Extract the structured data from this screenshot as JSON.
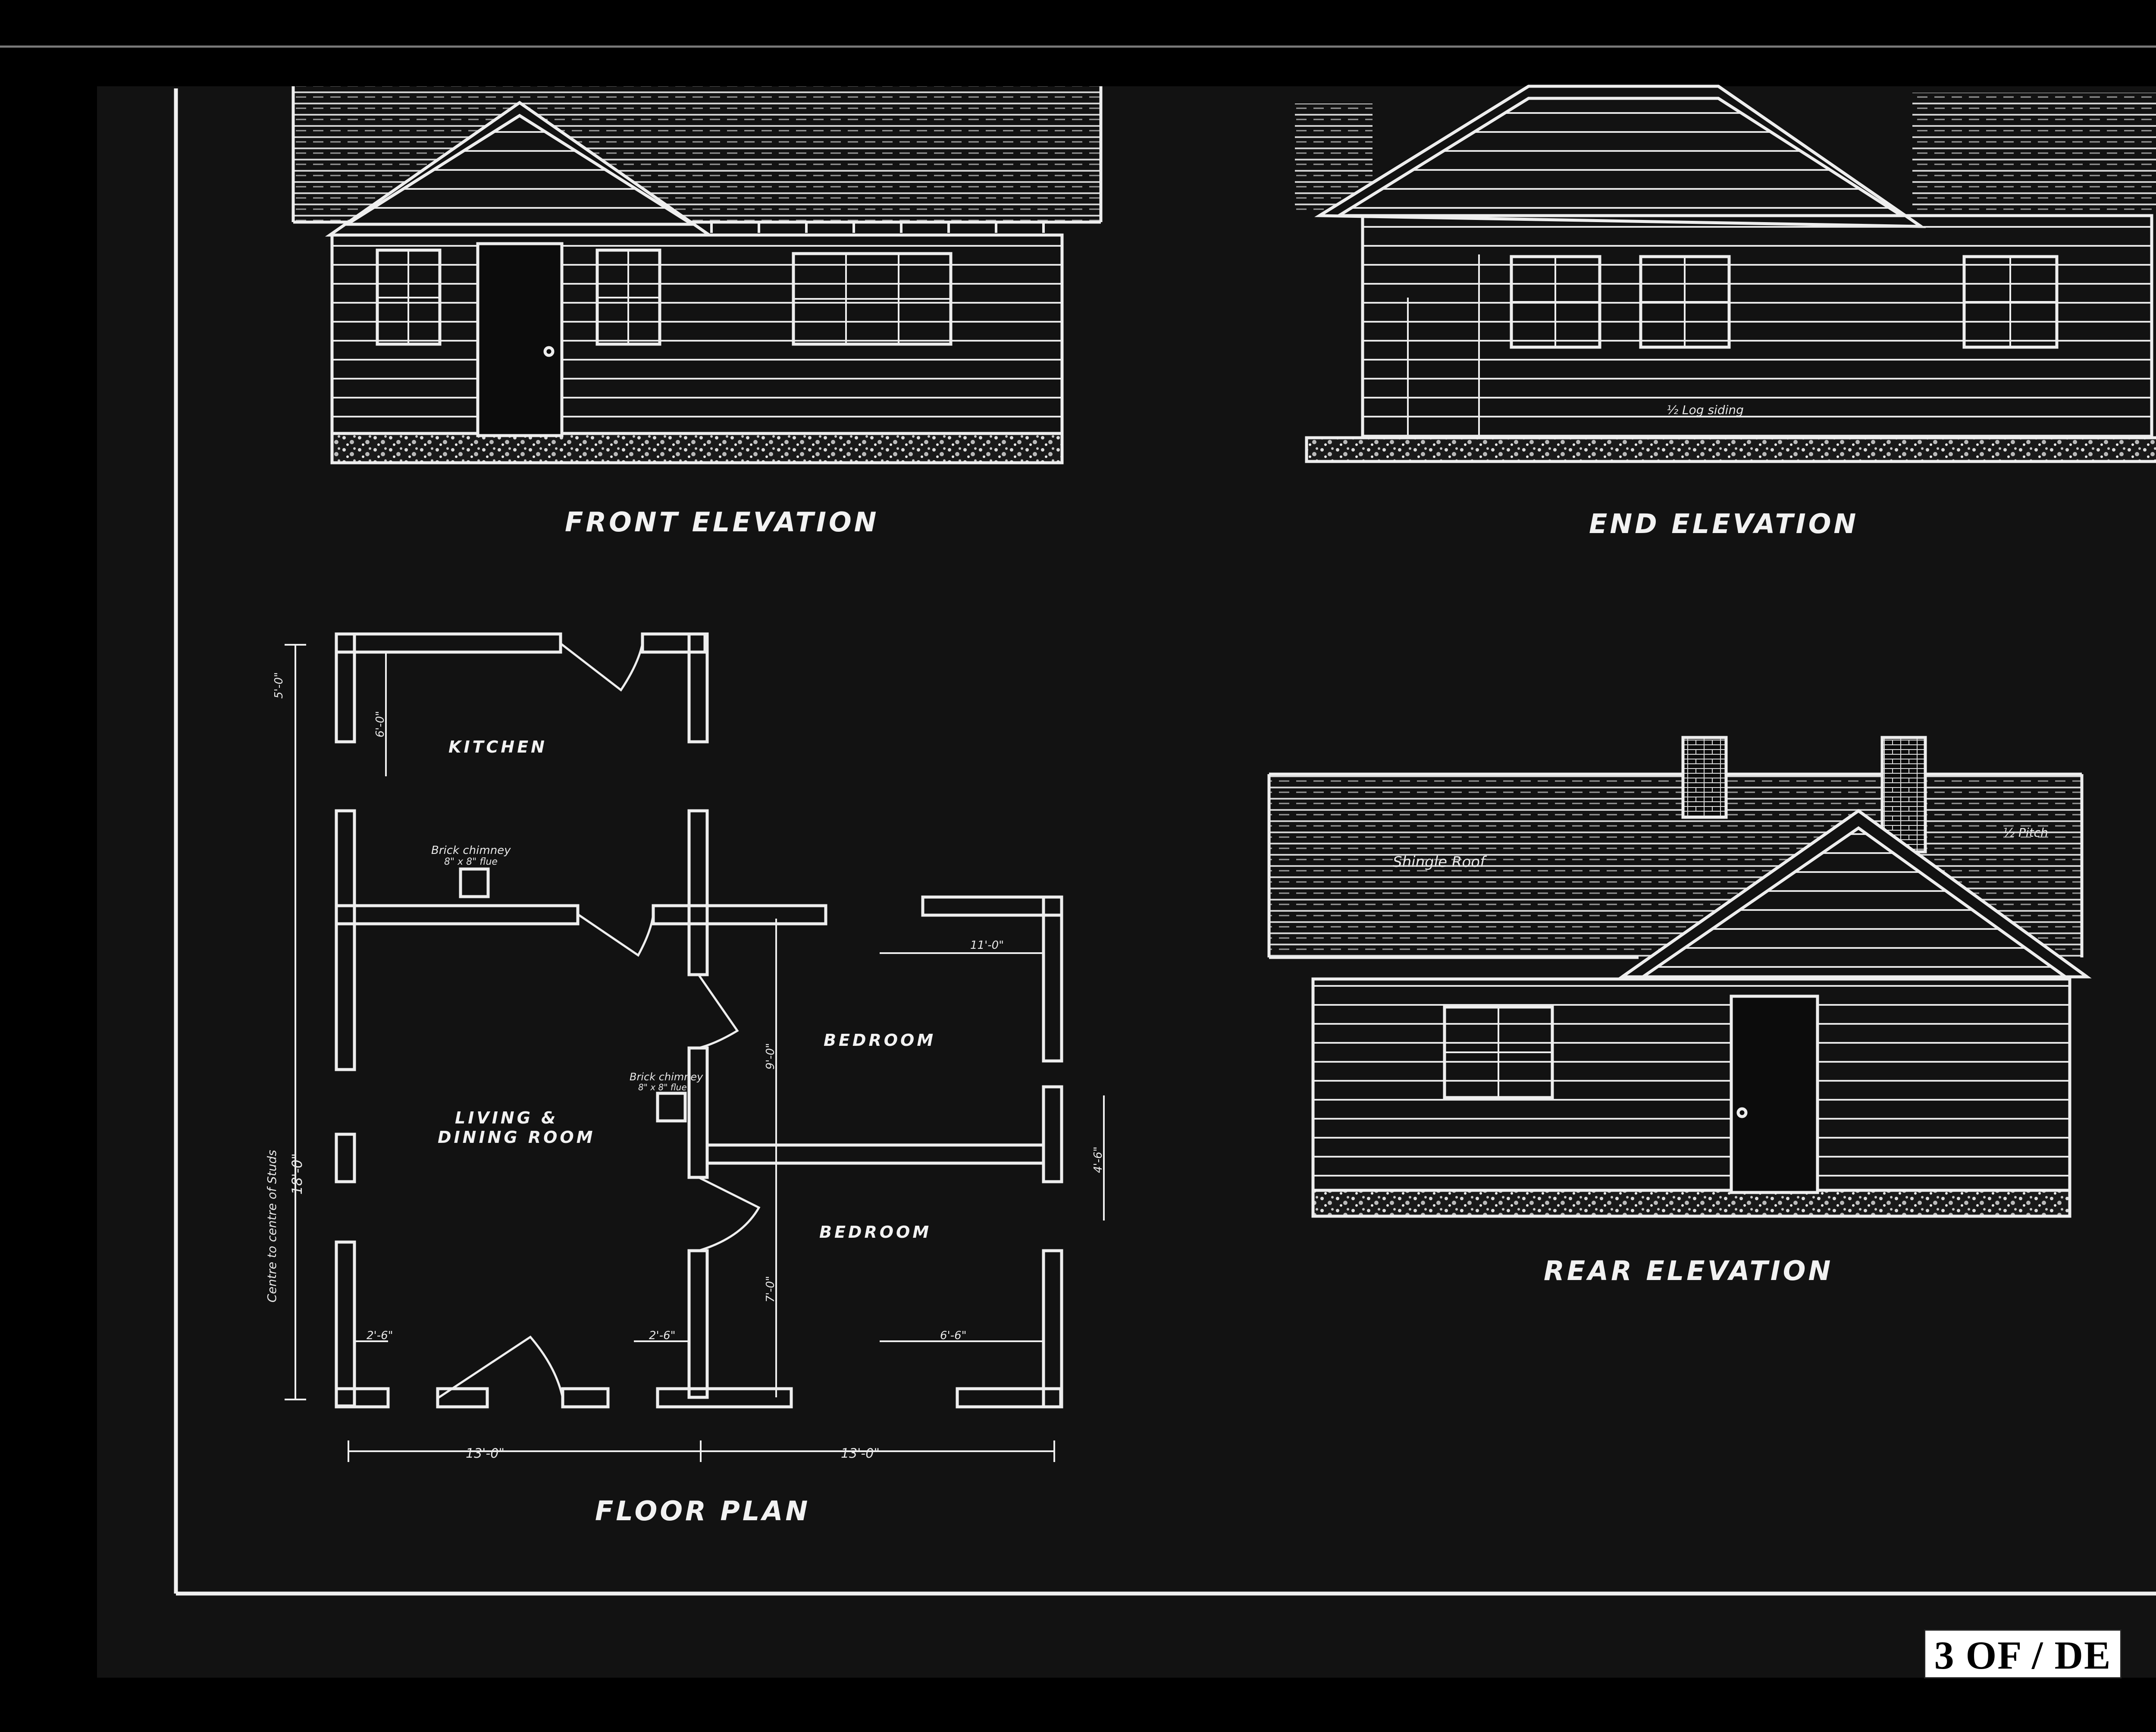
{
  "drawing": {
    "views": {
      "front": "FRONT ELEVATION",
      "end": "END ELEVATION",
      "rear": "REAR ELEVATION",
      "plan": "FLOOR PLAN"
    },
    "rooms": {
      "kitchen": "KITCHEN",
      "bedroom1": "BEDROOM",
      "bedroom2": "BEDROOM",
      "living_l1": "LIVING &",
      "living_l2": "DINING ROOM"
    },
    "notes": {
      "chimney1_l1": "Brick chimney",
      "chimney1_l2": "8\" x 8\" flue",
      "chimney2_l1": "Brick chimney",
      "chimney2_l2": "8\" x 8\" flue",
      "log_siding": "½ Log siding",
      "shingle_roof": "Shingle Roof",
      "pitch": "½ Pitch"
    },
    "dimensions": {
      "width_left": "13'-0\"",
      "width_right": "13'-0\"",
      "depth": "18'-0\"",
      "centre_note": "Centre to centre of Studs",
      "opening_a": "2'-6\"",
      "opening_b": "2'-6\"",
      "opening_c": "6'-6\"",
      "kitchen_depth": "5'-0\"",
      "bed1_depth": "9'-0\"",
      "bed2_depth": "7'-0\"",
      "gap": "4'-6\"",
      "top_gap": "11'-0\"",
      "kitchen_top": "6'-0\""
    },
    "sheet_tag": "3 OF / DE"
  }
}
